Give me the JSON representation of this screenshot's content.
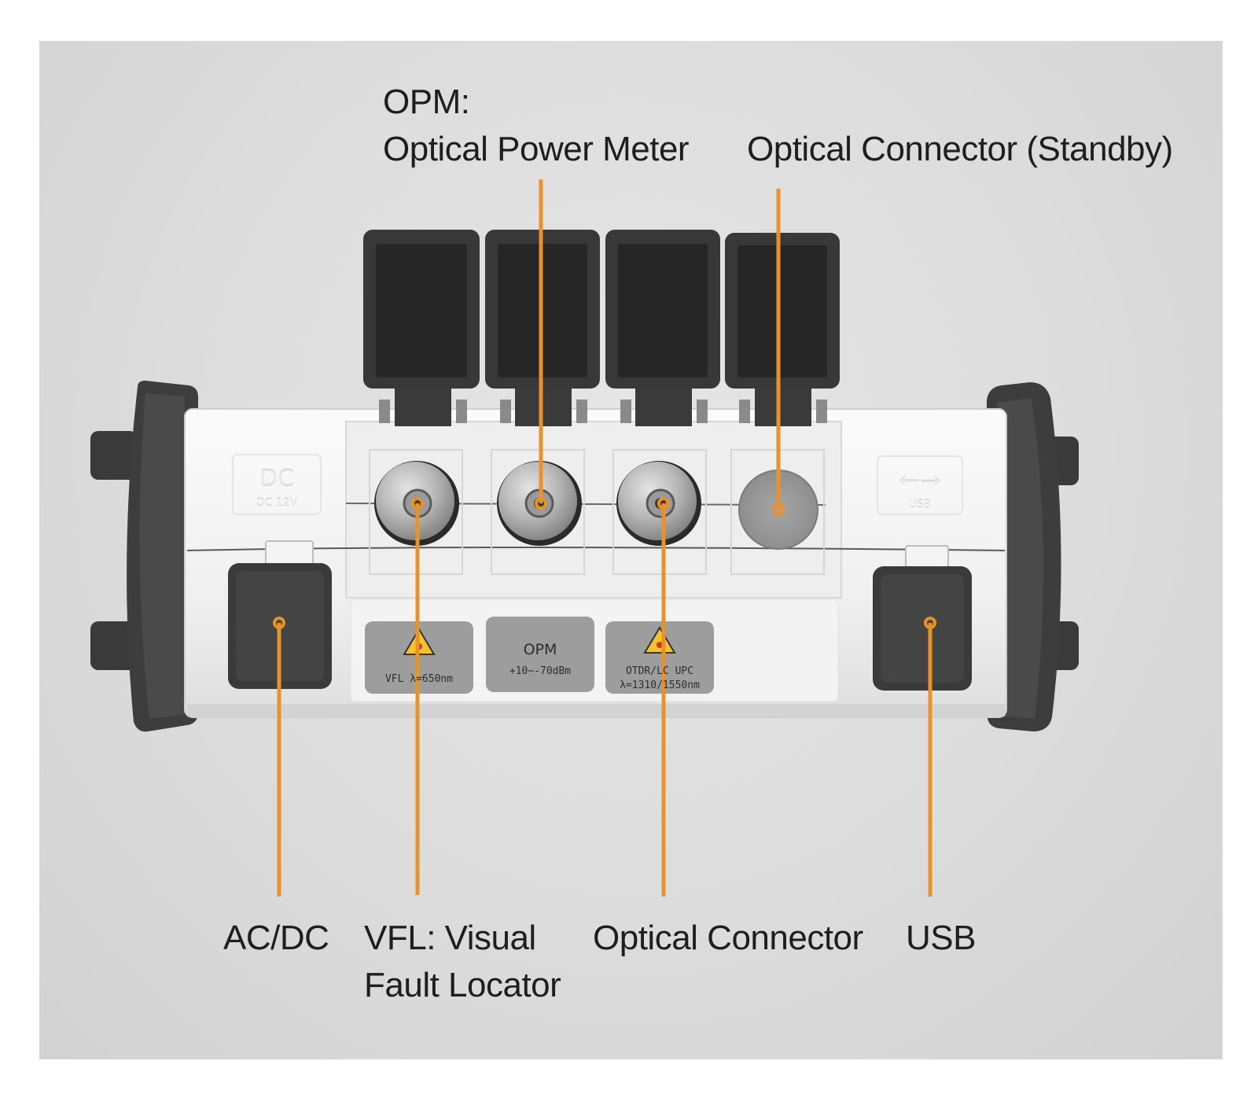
{
  "labels": {
    "opm_line1": "OPM:",
    "opm_line2": "Optical Power Meter",
    "standby": "Optical Connector (Standby)",
    "acdc": "AC/DC",
    "vfl_line1": "VFL: Visual",
    "vfl_line2": "Fault Locator",
    "optical_connector": "Optical Connector",
    "usb": "USB"
  },
  "stickers": {
    "vfl": "VFL λ=650nm",
    "opm_title": "OPM",
    "opm_range": "+10~-70dBm",
    "otdr_line1": "OTDR/LC UPC",
    "otdr_line2": "λ=1310/1550nm"
  },
  "embossed": {
    "dc_symbol": "DC",
    "dc_rating": "DC 12V",
    "usb_text": "USB"
  },
  "colors": {
    "leader": "#e8932a",
    "bumper": "#3d3d3d",
    "housing": "#f2f2f2",
    "dust_cap": "#383838",
    "sticker": "#9d9d9d",
    "background": "#dcdcdc"
  }
}
